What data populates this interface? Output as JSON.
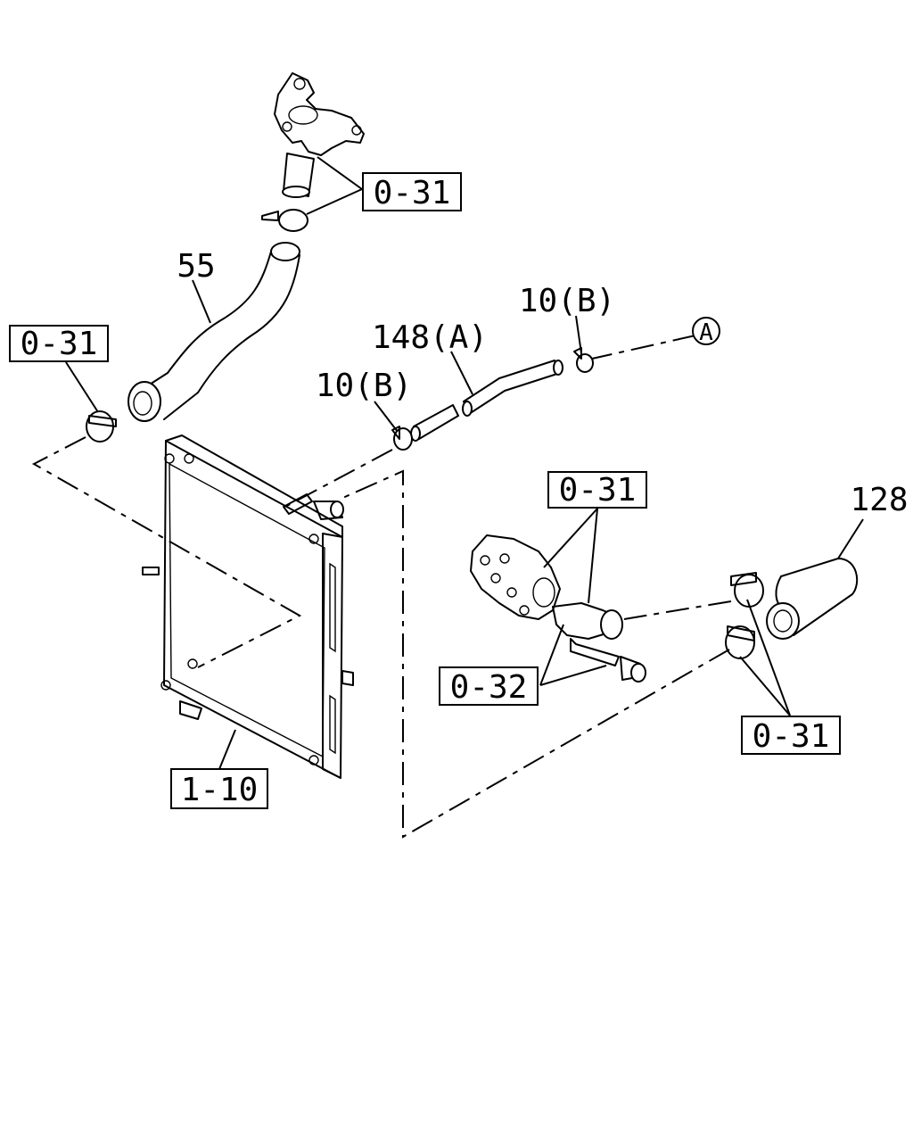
{
  "diagram": {
    "callouts": {
      "top_box": "0-31",
      "left_box": "0-31",
      "pump_box": "0-31",
      "pump_bolt_box": "0-32",
      "right_box": "0-31",
      "radiator_box": "1-10",
      "hose_upper": "55",
      "hose_small": "148(A)",
      "clamp_right": "10(B)",
      "clamp_left": "10(B)",
      "hose_lower": "128",
      "ref_circle": "A"
    }
  }
}
